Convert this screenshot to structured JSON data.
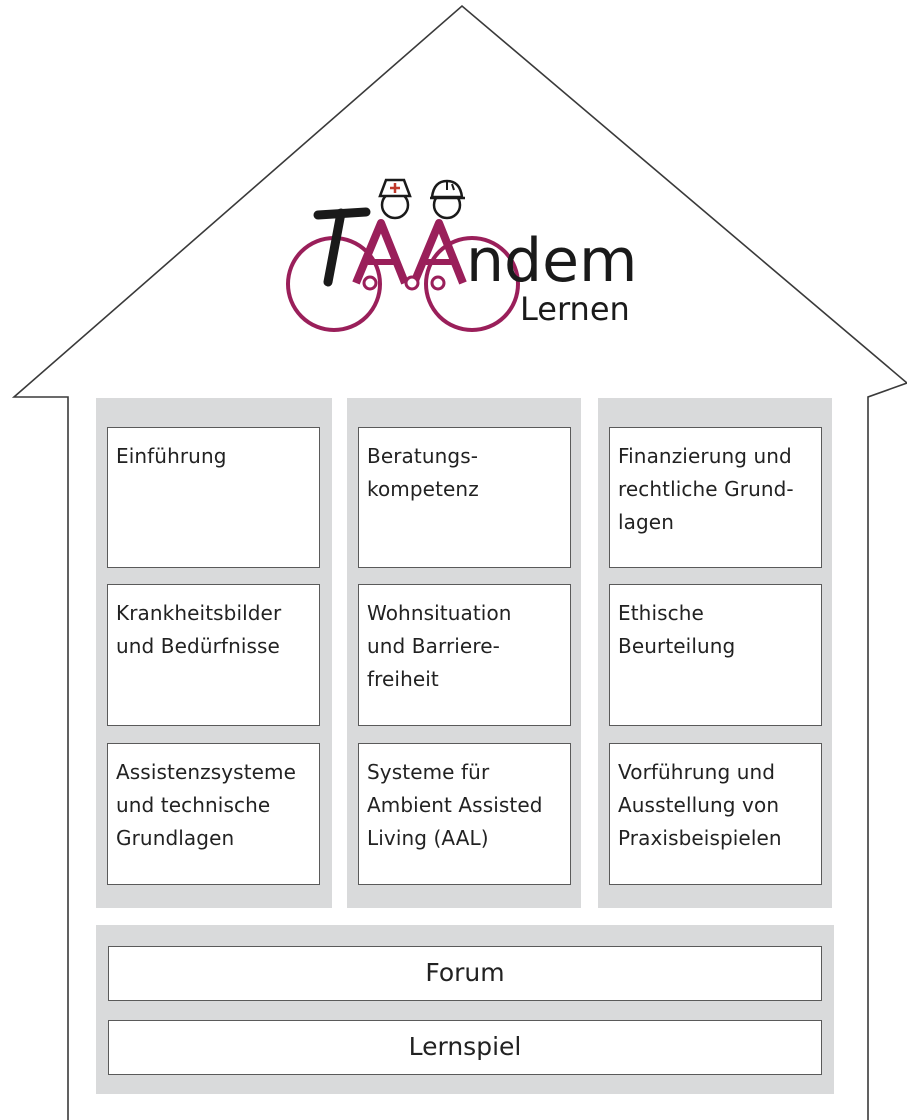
{
  "logo": {
    "word": "TAAndem",
    "subtitle": "Lernen",
    "brand_color": "#9a1f5a",
    "text_color": "#1a1a1a"
  },
  "columns": [
    {
      "modules": [
        {
          "label": "Einführung"
        },
        {
          "label": "Krankheitsbilder\nund Bedürfnisse"
        },
        {
          "label": "Assistenzsysteme\nund technische\nGrundlagen"
        }
      ]
    },
    {
      "modules": [
        {
          "label": "Beratungs-\nkompetenz"
        },
        {
          "label": "Wohnsituation\nund Barriere-\nfreiheit"
        },
        {
          "label": "Systeme für\nAmbient Assisted\nLiving (AAL)"
        }
      ]
    },
    {
      "modules": [
        {
          "label": "Finanzierung und\nrechtliche Grund-\nlagen"
        },
        {
          "label": "Ethische\nBeurteilung"
        },
        {
          "label": "Vorführung und\nAusstellung von\nPraxisbeispielen"
        }
      ]
    }
  ],
  "bottom": {
    "forum_label": "Forum",
    "game_label": "Lernspiel"
  },
  "colors": {
    "panel_gray": "#d9dadb",
    "outline": "#3a3a3a",
    "helmet_red": "#c0392b"
  }
}
